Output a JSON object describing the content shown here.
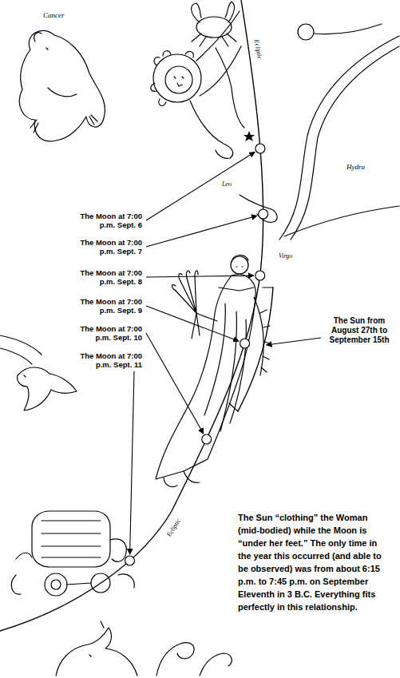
{
  "diagram": {
    "labels": [
      "Cancer",
      "Ecliptic",
      "Hydra",
      "Leo",
      "The Moon at 7:00 p.m. Sept. 6",
      "The Moon at 7:00 p.m. Sept. 7",
      "The Moon at 7:00 p.m. Sept. 8",
      "The Moon at 7:00 p.m. Sept. 9",
      "The Moon at 7:00 p.m. Sept. 10",
      "The Moon at 7:00 p.m. Sept. 11",
      "Virgo",
      "The Sun from August 27th to September 15th",
      "Ecliptic",
      "The Sun “clothing” the Woman (mid-bodied) while the Moon is “under her feet.” The only time in the year this occurred (and able to be observed) was from about 6:15 p.m. to 7:45 p.m. on September Eleventh in 3 B.C. Everything fits perfectly in this relationship."
    ]
  }
}
